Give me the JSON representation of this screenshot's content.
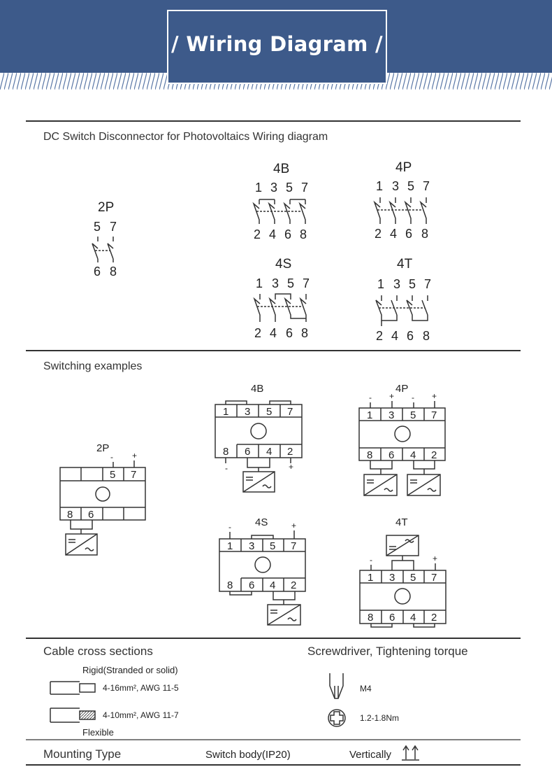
{
  "header": {
    "title": "/ Wiring Diagram /"
  },
  "sections": {
    "wiring_title": "DC Switch Disconnector for Photovoltaics Wiring diagram",
    "switching_title": "Switching examples",
    "cable_title": "Cable cross sections",
    "screwdriver_title": "Screwdriver, Tightening torque"
  },
  "wiring": {
    "p2": {
      "label": "2P",
      "top": [
        "5",
        "7"
      ],
      "bottom": [
        "6",
        "8"
      ]
    },
    "b4": {
      "label": "4B",
      "top": [
        "1",
        "3",
        "5",
        "7"
      ],
      "bottom": [
        "2",
        "4",
        "6",
        "8"
      ]
    },
    "p4": {
      "label": "4P",
      "top": [
        "1",
        "3",
        "5",
        "7"
      ],
      "bottom": [
        "2",
        "4",
        "6",
        "8"
      ]
    },
    "s4": {
      "label": "4S",
      "top": [
        "1",
        "3",
        "5",
        "7"
      ],
      "bottom": [
        "2",
        "4",
        "6",
        "8"
      ]
    },
    "t4": {
      "label": "4T",
      "top": [
        "1",
        "3",
        "5",
        "7"
      ],
      "bottom": [
        "2",
        "4",
        "6",
        "8"
      ]
    }
  },
  "switching": {
    "p2": {
      "label": "2P",
      "top": [
        "5",
        "7"
      ],
      "bottom": [
        "8",
        "6"
      ],
      "signs": [
        "-",
        "+"
      ]
    },
    "b4": {
      "label": "4B",
      "top": [
        "1",
        "3",
        "5",
        "7"
      ],
      "bottom": [
        "8",
        "6",
        "4",
        "2"
      ],
      "signs": [
        "-",
        "+"
      ]
    },
    "p4": {
      "label": "4P",
      "top": [
        "1",
        "3",
        "5",
        "7"
      ],
      "bottom": [
        "8",
        "6",
        "4",
        "2"
      ],
      "signs": [
        "-",
        "+",
        "-",
        "+"
      ]
    },
    "s4": {
      "label": "4S",
      "top": [
        "1",
        "3",
        "5",
        "7"
      ],
      "bottom": [
        "8",
        "6",
        "4",
        "2"
      ],
      "signs": [
        "-",
        "+"
      ]
    },
    "t4": {
      "label": "4T",
      "top": [
        "1",
        "3",
        "5",
        "7"
      ],
      "bottom": [
        "8",
        "6",
        "4",
        "2"
      ],
      "signs": [
        "-",
        "+"
      ]
    }
  },
  "cable": {
    "rigid_label": "Rigid(Stranded or solid)",
    "rigid_spec": "4-16mm², AWG 11-5",
    "flexible_spec": "4-10mm², AWG 11-7",
    "flexible_label": "Flexible"
  },
  "screwdriver": {
    "size": "M4",
    "torque": "1.2-1.8Nm"
  },
  "mounting": {
    "title": "Mounting Type",
    "body": "Switch body(IP20)",
    "orientation": "Vertically"
  },
  "colors": {
    "header": "#3d5a8a",
    "line": "#333333",
    "text": "#222222"
  },
  "icons": [
    "screwdriver-flat-icon",
    "screwdriver-cross-icon",
    "vertical-arrows-icon",
    "dc-ac-inverter-icon"
  ]
}
